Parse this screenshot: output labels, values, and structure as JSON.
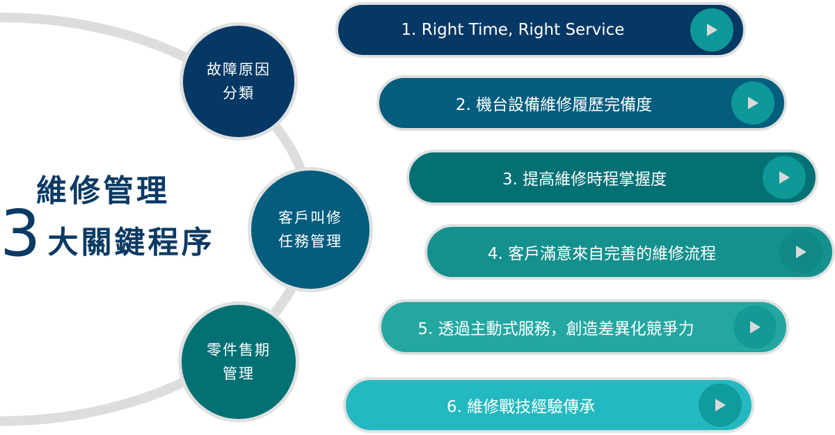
{
  "title": {
    "line1": "維修管理",
    "number": "3",
    "line2": "大關鍵程序"
  },
  "nodes": [
    {
      "line1": "故障原因",
      "line2": "分類",
      "color": "#053864"
    },
    {
      "line1": "客戶叫修",
      "line2": "任務管理",
      "color": "#055d7e"
    },
    {
      "line1": "零件售期",
      "line2": "管理",
      "color": "#037174"
    }
  ],
  "steps": [
    {
      "label": "1. Right Time, Right Service",
      "color": "#053864",
      "play_color": "#0e9898",
      "icon": "play-icon"
    },
    {
      "label": "2. 機台設備維修履歷完備度",
      "color": "#055d7e",
      "play_color": "#0e9898",
      "icon": "play-icon"
    },
    {
      "label": "3. 提高維修時程掌握度",
      "color": "#037174",
      "play_color": "#0e9898",
      "icon": "play-icon"
    },
    {
      "label": "4. 客戶滿意來自完善的維修流程",
      "color": "#14908d",
      "play_color": "#0f8887",
      "icon": "play-icon"
    },
    {
      "label": "5. 透過主動式服務，創造差異化競爭力",
      "color": "#24a7a1",
      "play_color": "#139a97",
      "icon": "play-icon"
    },
    {
      "label": "6. 維修戰技經驗傳承",
      "color": "#24b9c0",
      "play_color": "#109b9c",
      "icon": "play-icon"
    }
  ]
}
